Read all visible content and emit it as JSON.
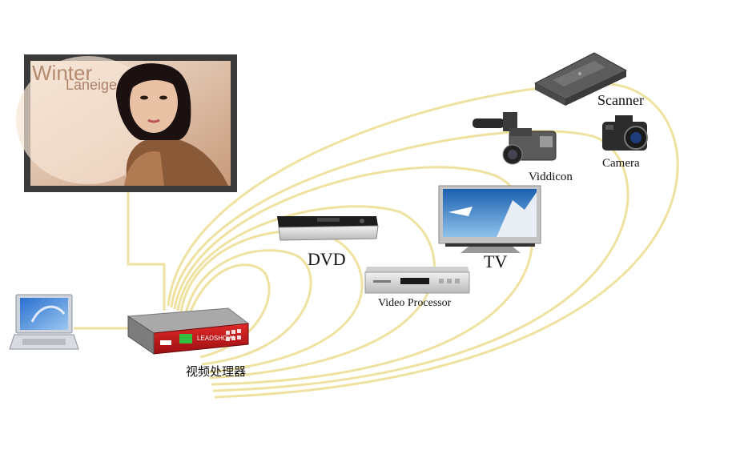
{
  "nodes": {
    "display_watermark": {
      "line1": "Winter",
      "line2": "Laneige"
    },
    "processor": {
      "label": "视频处理器",
      "brand": "LEADSHOW"
    },
    "dvd": {
      "label": "DVD"
    },
    "video_processor": {
      "label": "Video Processor"
    },
    "tv": {
      "label": "TV"
    },
    "viddicon": {
      "label": "Viddicon"
    },
    "camera": {
      "label": "Camera"
    },
    "scanner": {
      "label": "Scanner"
    }
  },
  "colors": {
    "cable_yellow": "#efe2a0",
    "processor_red": "#c0141a",
    "monitor_frame": "#3a3a3a"
  }
}
